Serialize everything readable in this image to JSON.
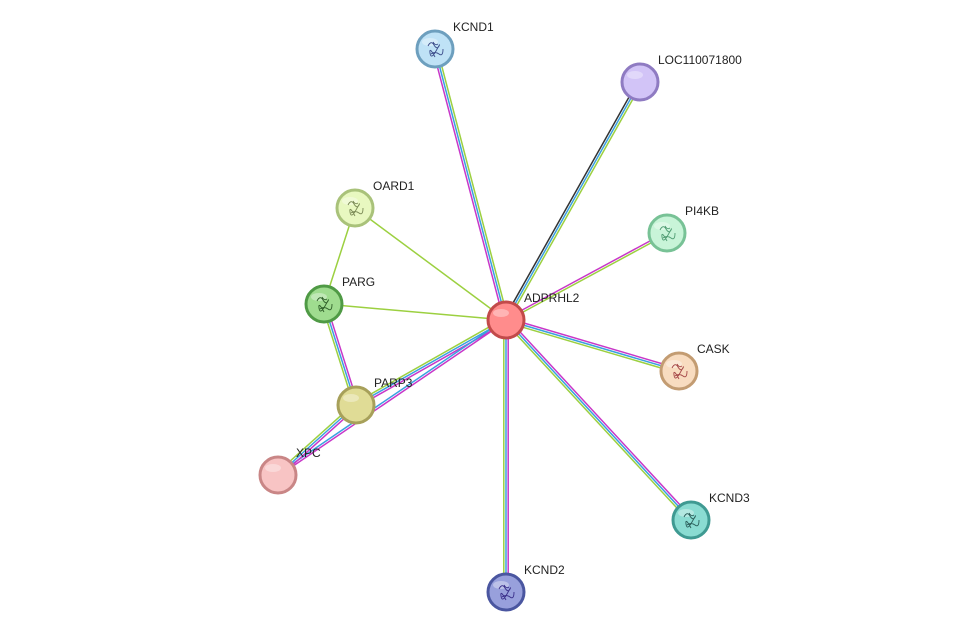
{
  "network": {
    "center": "ADPRHL2",
    "nodes": [
      {
        "id": "ADPRHL2",
        "label": "ADPRHL2",
        "fill": "#ff8c8c",
        "stroke": "#c24a4a",
        "glyph": "none",
        "query": true
      },
      {
        "id": "KCND1",
        "label": "KCND1",
        "fill": "#bfe2f6",
        "stroke": "#6d9fbe",
        "glyph": "structure",
        "glyphColor": "#3b4c8a"
      },
      {
        "id": "LOC110071800",
        "label": "LOC110071800",
        "fill": "#d2c4f7",
        "stroke": "#8f7bc2",
        "glyph": "none"
      },
      {
        "id": "OARD1",
        "label": "OARD1",
        "fill": "#e8f8c0",
        "stroke": "#a9c27a",
        "glyph": "structure",
        "glyphColor": "#7a8a55"
      },
      {
        "id": "PI4KB",
        "label": "PI4KB",
        "fill": "#c8f4d8",
        "stroke": "#78c296",
        "glyph": "structure",
        "glyphColor": "#4f9c72"
      },
      {
        "id": "PARG",
        "label": "PARG",
        "fill": "#9fdc8f",
        "stroke": "#4f9a45",
        "glyph": "structure",
        "glyphColor": "#2f5f29"
      },
      {
        "id": "PARP3",
        "label": "PARP3",
        "fill": "#e0dc96",
        "stroke": "#a7a05a",
        "glyph": "none"
      },
      {
        "id": "CASK",
        "label": "CASK",
        "fill": "#f8dcc0",
        "stroke": "#c39c72",
        "glyph": "structure",
        "glyphColor": "#a54848"
      },
      {
        "id": "XPC",
        "label": "XPC",
        "fill": "#f8c4c4",
        "stroke": "#c98686",
        "glyph": "none"
      },
      {
        "id": "KCND3",
        "label": "KCND3",
        "fill": "#8adcd2",
        "stroke": "#3f9a92",
        "glyph": "structure",
        "glyphColor": "#2b5e5a"
      },
      {
        "id": "KCND2",
        "label": "KCND2",
        "fill": "#98a0dc",
        "stroke": "#4a56a0",
        "glyph": "structure",
        "glyphColor": "#3a2f8a"
      }
    ],
    "edges": [
      {
        "source": "ADPRHL2",
        "target": "KCND1",
        "colors": [
          "#c837c8",
          "#3aa0e0",
          "#9cd040"
        ]
      },
      {
        "source": "ADPRHL2",
        "target": "LOC110071800",
        "colors": [
          "#333333",
          "#3aa0e0",
          "#9cd040"
        ]
      },
      {
        "source": "ADPRHL2",
        "target": "OARD1",
        "colors": [
          "#9cd040"
        ]
      },
      {
        "source": "ADPRHL2",
        "target": "PI4KB",
        "colors": [
          "#c837c8",
          "#9cd040"
        ]
      },
      {
        "source": "ADPRHL2",
        "target": "PARG",
        "colors": [
          "#9cd040"
        ]
      },
      {
        "source": "ADPRHL2",
        "target": "PARP3",
        "colors": [
          "#c837c8",
          "#3aa0e0",
          "#9cd040"
        ]
      },
      {
        "source": "ADPRHL2",
        "target": "CASK",
        "colors": [
          "#c837c8",
          "#3aa0e0",
          "#9cd040"
        ]
      },
      {
        "source": "ADPRHL2",
        "target": "XPC",
        "colors": [
          "#c837c8",
          "#3aa0e0"
        ]
      },
      {
        "source": "ADPRHL2",
        "target": "KCND3",
        "colors": [
          "#c837c8",
          "#3aa0e0",
          "#9cd040"
        ]
      },
      {
        "source": "ADPRHL2",
        "target": "KCND2",
        "colors": [
          "#c837c8",
          "#3aa0e0",
          "#9cd040"
        ]
      },
      {
        "source": "OARD1",
        "target": "PARG",
        "colors": [
          "#9cd040"
        ]
      },
      {
        "source": "PARG",
        "target": "PARP3",
        "colors": [
          "#c837c8",
          "#3aa0e0",
          "#9cd040"
        ]
      },
      {
        "source": "PARP3",
        "target": "XPC",
        "colors": [
          "#c837c8",
          "#3aa0e0",
          "#9cd040"
        ]
      }
    ]
  }
}
